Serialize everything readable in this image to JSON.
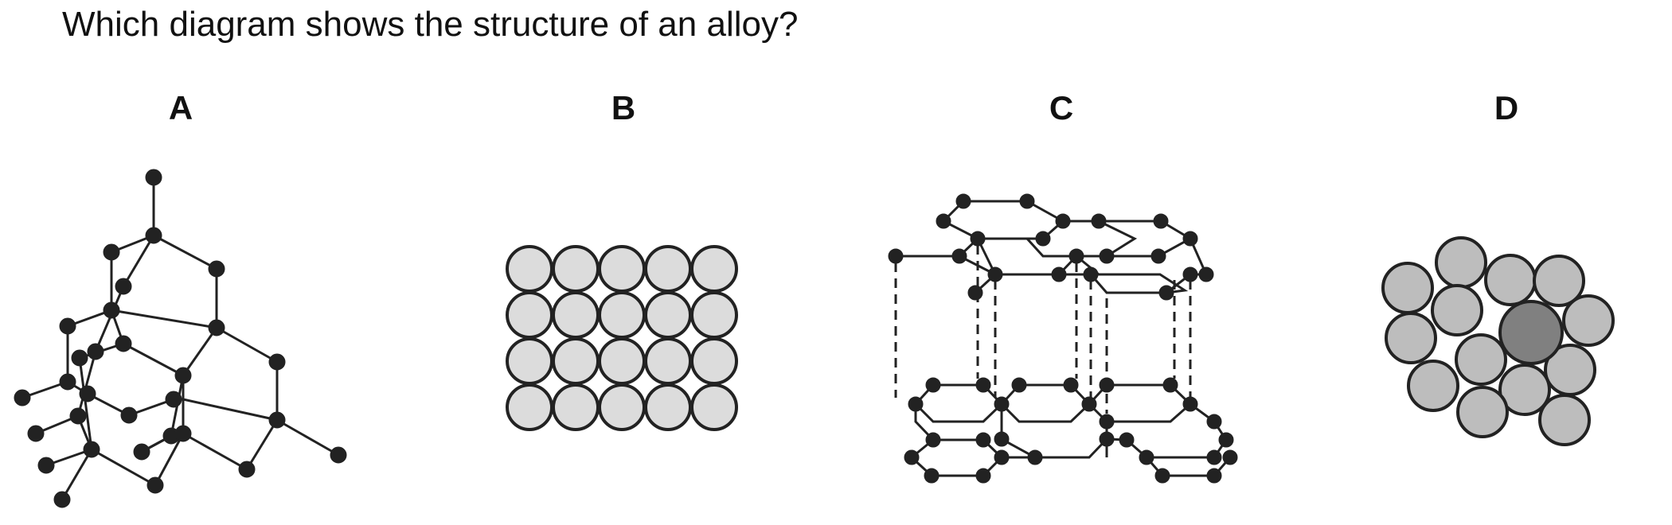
{
  "question": "Which diagram shows the structure of an alloy?",
  "options": [
    {
      "label": "A"
    },
    {
      "label": "B"
    },
    {
      "label": "C"
    },
    {
      "label": "D"
    }
  ],
  "colors": {
    "ink": "#222222",
    "b_fill": "#dcdcdc",
    "d_fill": "#bdbdbd",
    "d_large_fill": "#808080"
  }
}
